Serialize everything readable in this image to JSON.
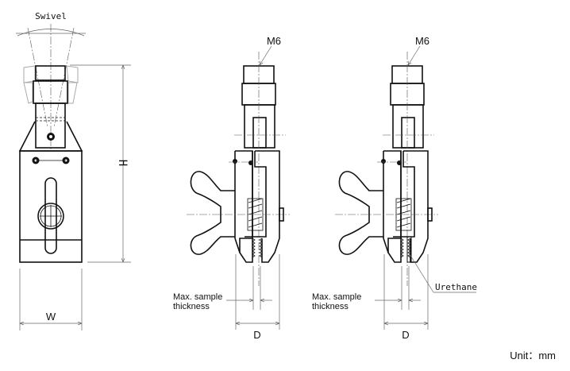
{
  "title": "Swivel vise clamp dimension drawing",
  "front_view": {
    "swivel_label": "Swivel",
    "height_label": "H",
    "width_label": "W"
  },
  "side_view_standard": {
    "thread_label": "M6",
    "sample_label_line1": "Max. sample",
    "sample_label_line2": "thickness",
    "depth_label": "D"
  },
  "side_view_urethane": {
    "thread_label": "M6",
    "sample_label_line1": "Max. sample",
    "sample_label_line2": "thickness",
    "depth_label": "D",
    "pad_label": "Urethane"
  },
  "unit_label": "Unit：mm",
  "colors": {
    "line": "#111111",
    "dimension": "#666666"
  }
}
